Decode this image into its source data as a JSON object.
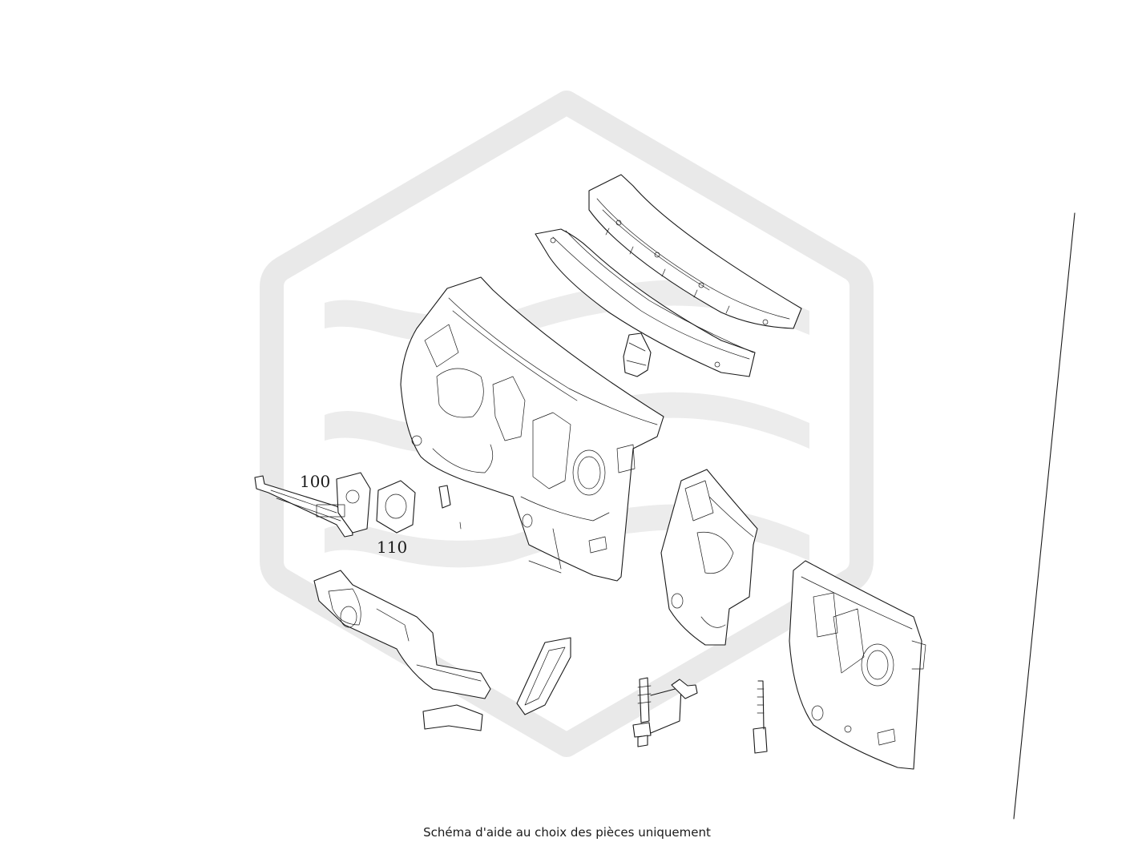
{
  "caption": "Schéma d'aide au choix des pièces uniquement",
  "labels": [
    {
      "id": "part-100",
      "text": "100"
    },
    {
      "id": "part-110",
      "text": "110"
    }
  ],
  "colors": {
    "line": "#1a1a1a",
    "watermark": "#e9e9e9",
    "background": "#ffffff"
  },
  "icons": {
    "watermark": "hexagon-logo-watermark"
  }
}
